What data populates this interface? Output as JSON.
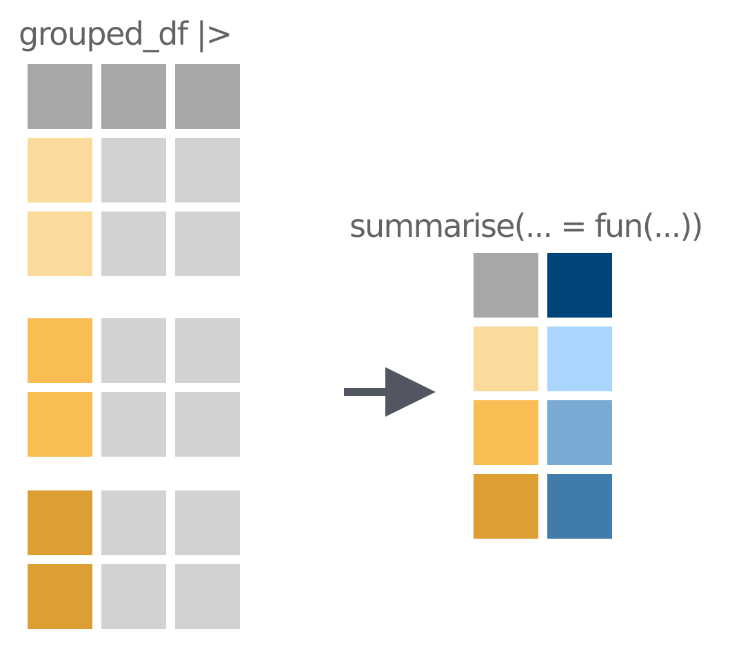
{
  "input": {
    "label": "grouped_df |>",
    "header_color": "#a5a8a7",
    "value_color": "#d1d2d4",
    "groups": [
      {
        "color": "#fadb9b",
        "rows": 2
      },
      {
        "color": "#f9bd53",
        "rows": 2
      },
      {
        "color": "#dd9e33",
        "rows": 2
      }
    ]
  },
  "arrow": {
    "color": "#525660",
    "icon": "arrow-right-icon"
  },
  "output": {
    "label": "summarise(... = fun(...))",
    "header": [
      "#a5a8a7",
      "#01447a"
    ],
    "rows": [
      [
        "#fadb9b",
        "#a9d5fe"
      ],
      [
        "#f9bd53",
        "#79aad4"
      ],
      [
        "#dd9e33",
        "#417ba9"
      ]
    ]
  }
}
